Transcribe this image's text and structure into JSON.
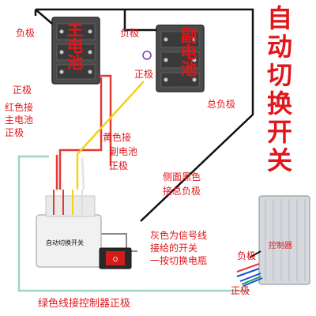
{
  "title": "自动切换开关",
  "main_battery": {
    "label": "主电池",
    "neg_label": "负极",
    "pos_label": "正极"
  },
  "sub_battery": {
    "label": "副电池",
    "neg_label": "负极",
    "pos_label": "正极"
  },
  "total_negative_label": "总负极",
  "red_wire_label": [
    "红色接",
    "主电池",
    "正极"
  ],
  "yellow_wire_label": [
    "黄色接",
    "副电池",
    "正极"
  ],
  "black_wire_label": [
    "侧面黑色",
    "接总负极"
  ],
  "gray_wire_label": [
    "灰色为信号线",
    "接给的开关",
    "一按切换电瓶"
  ],
  "green_wire_label": "绿色线接控制器正极",
  "switch_box_label": "自动切换开关",
  "controller": {
    "label": "控制器",
    "neg_label": "负极",
    "pos_label": "正极"
  },
  "colors": {
    "text": "#e0161b",
    "red_wire": "#e53935",
    "yellow_wire": "#f2d21a",
    "black_wire": "#111111",
    "green_wire": "#9ed6c4",
    "gray_wire": "#8a8a8a"
  }
}
